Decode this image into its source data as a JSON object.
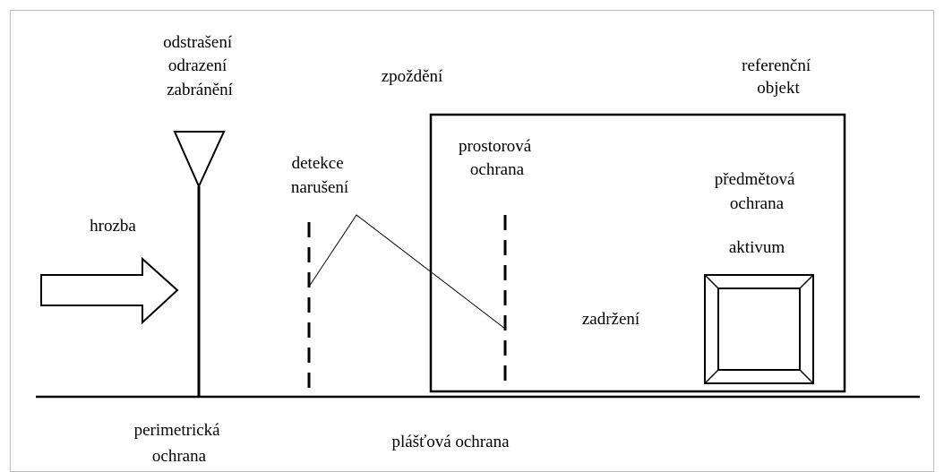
{
  "labels": {
    "deterrence": [
      "odstrašení",
      "odrazení",
      "zabránění"
    ],
    "delay": "zpoždění",
    "reference_object": [
      "referenční",
      "objekt"
    ],
    "threat": "hrozba",
    "intrusion_detection": [
      "detekce",
      "narušení"
    ],
    "space_protection": [
      "prostorová",
      "ochrana"
    ],
    "object_protection": [
      "předmětová",
      "ochrana"
    ],
    "asset": "aktivum",
    "detention": "zadržení",
    "perimeter_protection": [
      "perimetrická",
      "ochrana"
    ],
    "shell_protection": "plášťová ochrana"
  }
}
